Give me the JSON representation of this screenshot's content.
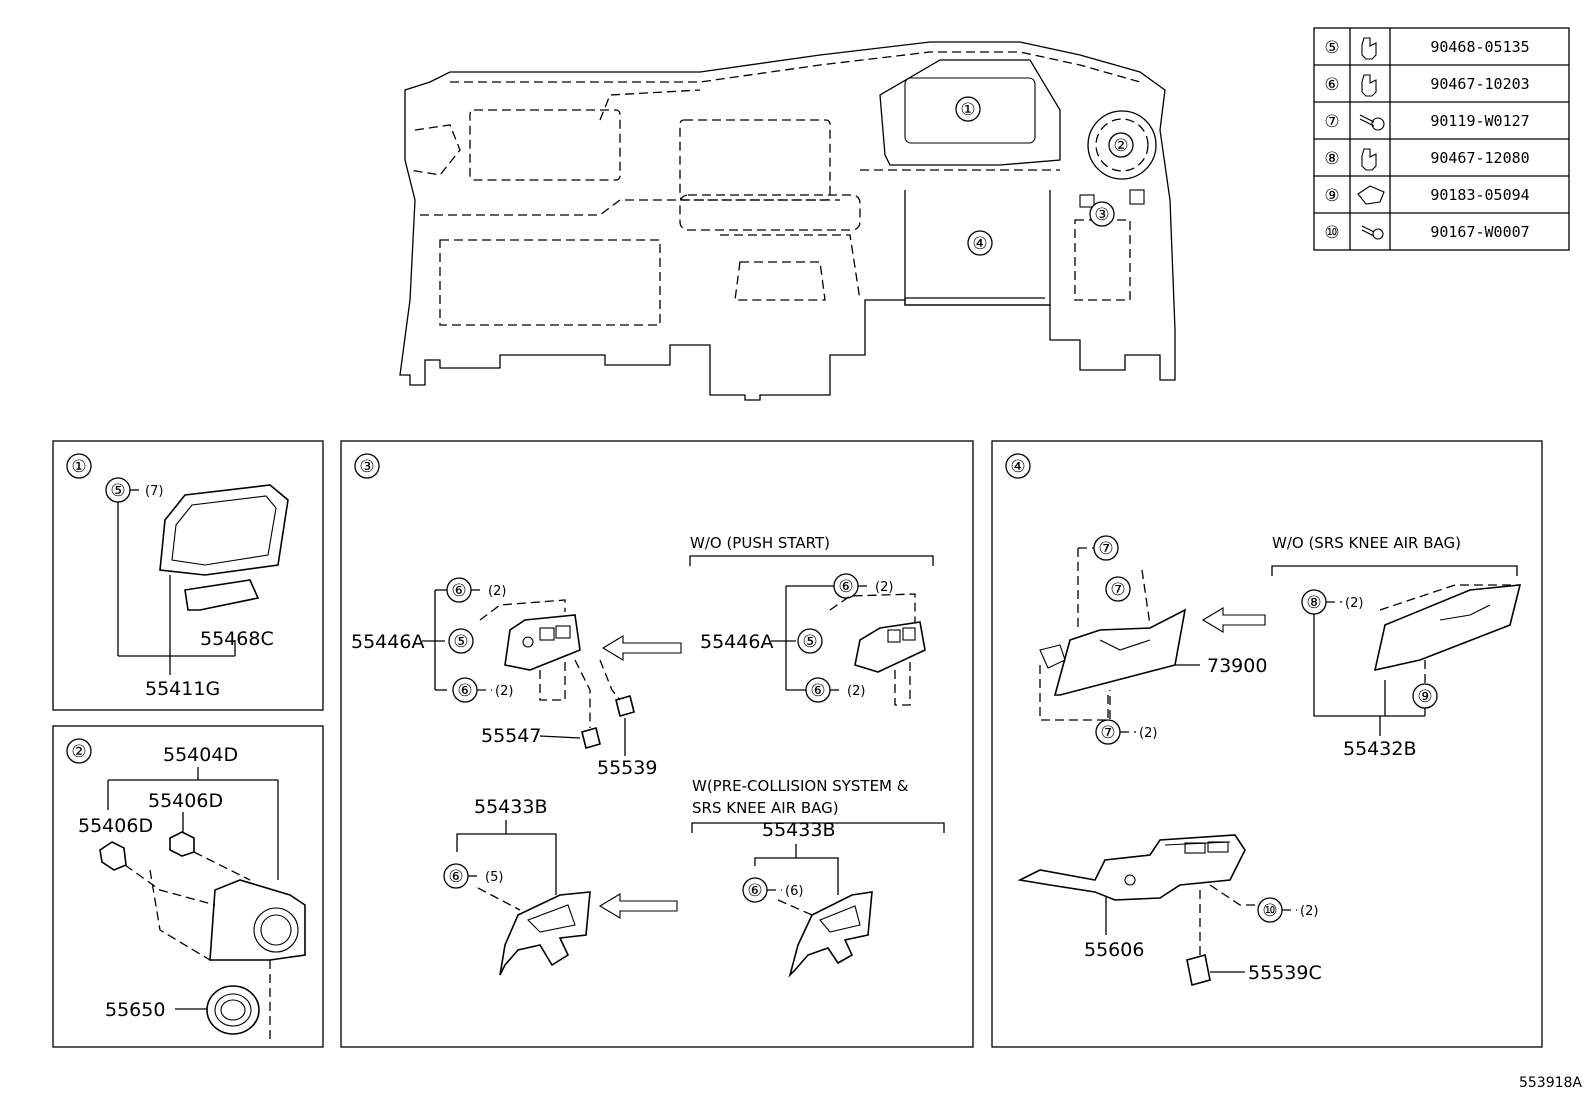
{
  "figure_code": "553918A",
  "dash_callouts": [
    "①",
    "②",
    "③",
    "④"
  ],
  "fastener_table": [
    {
      "ref": "⑤",
      "part": "90468-05135",
      "icon": "clip-icon"
    },
    {
      "ref": "⑥",
      "part": "90467-10203",
      "icon": "clip-icon"
    },
    {
      "ref": "⑦",
      "part": "90119-W0127",
      "icon": "bolt-icon"
    },
    {
      "ref": "⑧",
      "part": "90467-12080",
      "icon": "clip-icon"
    },
    {
      "ref": "⑨",
      "part": "90183-05094",
      "icon": "nut-icon"
    },
    {
      "ref": "⑩",
      "part": "90167-W0007",
      "icon": "screw-icon"
    }
  ],
  "panel1": {
    "index": "①",
    "ref5": "⑤",
    "qty5": "(7)",
    "p1": "55468C",
    "p2": "55411G"
  },
  "panel2": {
    "index": "②",
    "p1": "55404D",
    "p2": "55406D",
    "p3": "55406D",
    "p4": "55650"
  },
  "panel3": {
    "index": "③",
    "note1": "W/O (PUSH  START)",
    "note2a": "W(PRE-COLLISION SYSTEM &",
    "note2b": "SRS  KNEE AIR BAG)",
    "a_part": "55446A",
    "a_r6t": "⑥",
    "a_q6t": "(2)",
    "a_r5": "⑤",
    "a_r6b": "⑥",
    "a_q6b": "(2)",
    "p55547": "55547",
    "p55539": "55539",
    "b_part": "55446A",
    "b_r6t": "⑥",
    "b_q6t": "(2)",
    "b_r5": "⑤",
    "b_r6b": "⑥",
    "b_q6b": "(2)",
    "c_part": "55433B",
    "c_r6": "⑥",
    "c_q6": "(5)",
    "d_part": "55433B",
    "d_r6": "⑥",
    "d_q6": "(6)"
  },
  "panel4": {
    "index": "④",
    "note": "W/O (SRS  KNEE  AIR BAG)",
    "r7a": "⑦",
    "r7b": "⑦",
    "r7c": "⑦",
    "q7c": "(2)",
    "p73900": "73900",
    "r8": "⑧",
    "q8": "(2)",
    "r9": "⑨",
    "p55432B": "55432B",
    "r10": "⑩",
    "q10": "(2)",
    "p55606": "55606",
    "p55539C": "55539C"
  }
}
